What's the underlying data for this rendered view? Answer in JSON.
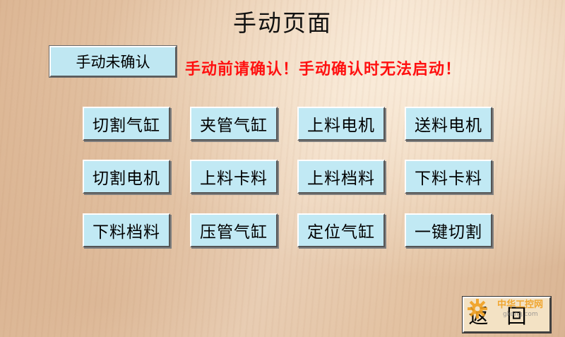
{
  "page": {
    "title": "手动页面"
  },
  "confirm": {
    "label": "手动未确认"
  },
  "warning": {
    "text": "手动前请确认！手动确认时无法启动！"
  },
  "buttons": [
    {
      "label": "切割气缸"
    },
    {
      "label": "夹管气缸"
    },
    {
      "label": "上料电机"
    },
    {
      "label": "送料电机"
    },
    {
      "label": "切割电机"
    },
    {
      "label": "上料卡料"
    },
    {
      "label": "上料档料"
    },
    {
      "label": "下料卡料"
    },
    {
      "label": "下料档料"
    },
    {
      "label": "压管气缸"
    },
    {
      "label": "定位气缸"
    },
    {
      "label": "一键切割"
    }
  ],
  "back": {
    "label": "返回"
  },
  "watermark": {
    "brand": "中华工控网",
    "url": "gkong.com"
  },
  "colors": {
    "button_bg": "#c1e9f4",
    "warning": "#ff1010",
    "back_bg": "#f3e2c4"
  }
}
